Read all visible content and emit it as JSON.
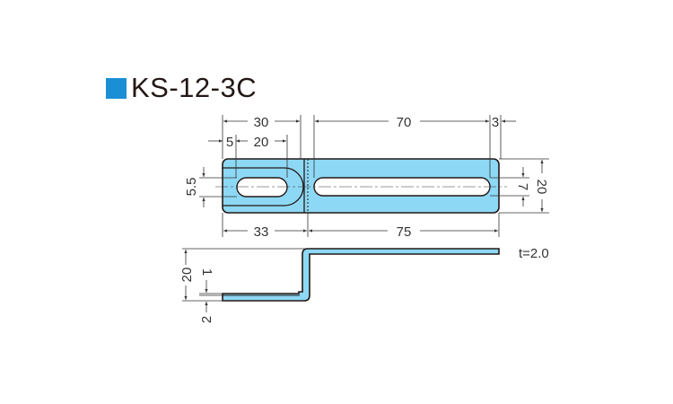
{
  "title": "KS-12-3C",
  "colors": {
    "accent": "#1a8fd6",
    "part_fill": "#8dd8f4"
  },
  "dimensions": {
    "d30": "30",
    "d5": "5",
    "d20_slot": "20",
    "d70": "70",
    "d3": "3",
    "d5_5": "5.5",
    "d7": "7",
    "d20_width": "20",
    "d33": "33",
    "d75": "75",
    "d20_height": "20",
    "d1": "1",
    "d2": "2"
  },
  "thickness": "t=2.0"
}
